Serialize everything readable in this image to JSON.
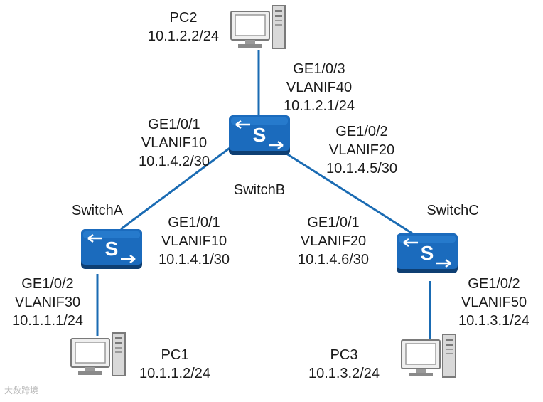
{
  "colors": {
    "link": "#1a6bb3",
    "switch_fill": "#1b6bbd",
    "switch_top": "#2f86d8",
    "switch_shadow": "#0e3f73",
    "text": "#1a1a1a",
    "pc_gray": "#8a8a8a"
  },
  "icons": {
    "switch": "switch-icon",
    "pc": "pc-icon"
  },
  "nodes": {
    "pc2": {
      "name": "PC2",
      "ip": "10.1.2.2/24"
    },
    "pc1": {
      "name": "PC1",
      "ip": "10.1.1.2/24"
    },
    "pc3": {
      "name": "PC3",
      "ip": "10.1.3.2/24"
    },
    "switchA": {
      "name": "SwitchA"
    },
    "switchB": {
      "name": "SwitchB"
    },
    "switchC": {
      "name": "SwitchC"
    }
  },
  "interfaces": {
    "b_pc2": {
      "port": "GE1/0/3",
      "vlanif": "VLANIF40",
      "ip": "10.1.2.1/24"
    },
    "b_a": {
      "port": "GE1/0/1",
      "vlanif": "VLANIF10",
      "ip": "10.1.4.2/30"
    },
    "b_c": {
      "port": "GE1/0/2",
      "vlanif": "VLANIF20",
      "ip": "10.1.4.5/30"
    },
    "a_b": {
      "port": "GE1/0/1",
      "vlanif": "VLANIF10",
      "ip": "10.1.4.1/30"
    },
    "a_pc1": {
      "port": "GE1/0/2",
      "vlanif": "VLANIF30",
      "ip": "10.1.1.1/24"
    },
    "c_b": {
      "port": "GE1/0/1",
      "vlanif": "VLANIF20",
      "ip": "10.1.4.6/30"
    },
    "c_pc3": {
      "port": "GE1/0/2",
      "vlanif": "VLANIF50",
      "ip": "10.1.3.1/24"
    }
  },
  "switch_glyph": "S",
  "watermark": "大数跨境"
}
